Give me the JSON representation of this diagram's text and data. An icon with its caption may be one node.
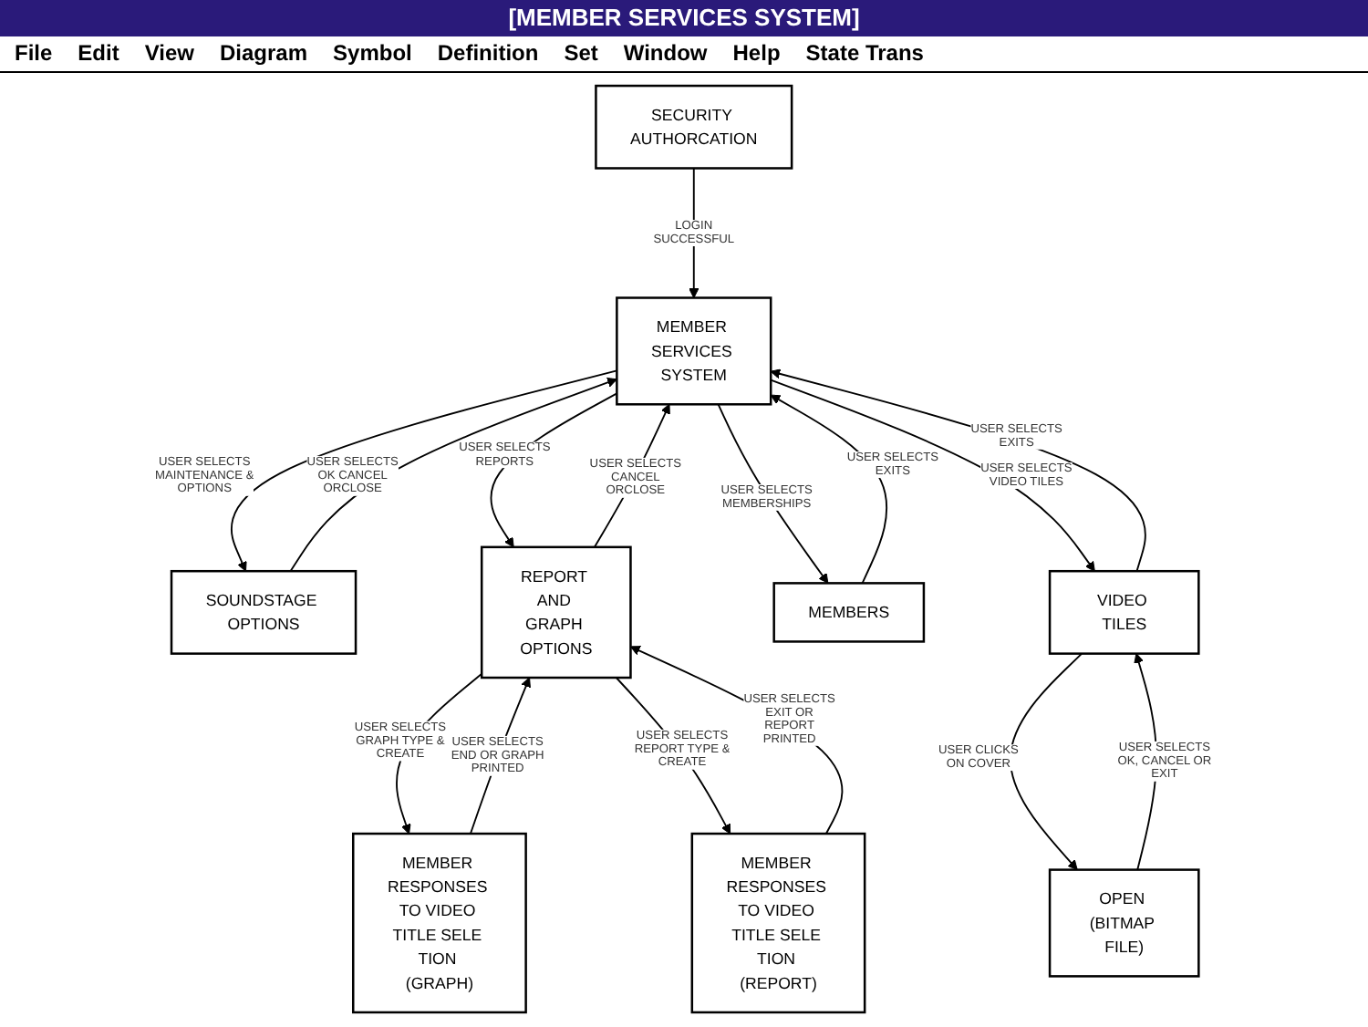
{
  "diagram": {
    "title": "[MEMBER SERVICES SYSTEM]",
    "nodes": [
      {
        "text": [
          "SECURITY AUTHORCATION"
        ]
      },
      {
        "text": [
          "SOUNDSTAGE OPTIONS"
        ]
      },
      {
        "text": [
          "MEMBER SERVICES SYSTEM"
        ]
      },
      {
        "text": [
          "REPORT AND GRAPH OPTIONS"
        ]
      },
      {
        "text": [
          "MEMBERS"
        ]
      },
      {
        "text": [
          "VIDEO TILES"
        ]
      },
      {
        "text": [
          "MEMBER RESPONSES TO VIDEO TITLE SELE TION (GRAPH)"
        ]
      },
      {
        "text": [
          "MEMBER RESPONSES TO VIDEO TITLE SELE TION (REPORT)"
        ]
      },
      {
        "text": [
          "OPEN (BITMAP FILE)"
        ]
      }
    ],
    "edges": [
      {
        "from": 0,
        "to": 2,
        "arrow": "to",
        "label": "LOGIN SUCCESSFUL"
      },
      {
        "from": 2,
        "to": 1,
        "arrow": "to",
        "label": "USER SELECTS MAINTENANCE & OPTIONS"
      },
      {
        "from": 1,
        "to": 2,
        "arrow": "to",
        "label": "USER SELECTS OK CANCEL ORCLOSE"
      },
      {
        "from": 2,
        "to": 3,
        "arrow": "to",
        "label": "USER SELECTS REPORTS"
      },
      {
        "from": 3,
        "to": 2,
        "arrow": "to",
        "label": "USER SELECTS CANCEL ORCLOSE"
      },
      {
        "from": 2,
        "to": 4,
        "arrow": "to",
        "label": "USER SELECTS MEMBERSHIPS"
      },
      {
        "from": 4,
        "to": 2,
        "arrow": "to",
        "label": "USER SELECTS EXITS"
      },
      {
        "from": 5,
        "to": 2,
        "arrow": "to",
        "label": "USER SELECTS EXITS"
      },
      {
        "from": 2,
        "to": 5,
        "arrow": "to",
        "label": "USER SELECTS VIDEO TILES"
      },
      {
        "from": 3,
        "to": 6,
        "arrow": "to",
        "label": "USER SELECTS GRAPH TYPE & CREATE"
      },
      {
        "from": 6,
        "to": 3,
        "arrow": "to",
        "label": "USER SELECTS END OR GRAPH PRINTED"
      },
      {
        "from": 3,
        "to": 7,
        "arrow": "to",
        "label": "USER SELECTS REPORT TYPE & CREATE"
      },
      {
        "from": 7,
        "to": 3,
        "arrow": "to",
        "label": "USER SELECTS EXIT OR REPORT PRINTED"
      },
      {
        "from": 5,
        "to": 8,
        "arrow": "to",
        "label": "USER CLICKS ON COVER"
      },
      {
        "from": 8,
        "to": 5,
        "arrow": "to",
        "label": "USER SELECTS OK, CANCEL OR EXIT"
      }
    ],
    "labels": [
      "File",
      "Edit",
      "View",
      "Diagram",
      "Symbol",
      "Definition",
      "Set",
      "Window",
      "Help",
      "State Trans"
    ]
  }
}
